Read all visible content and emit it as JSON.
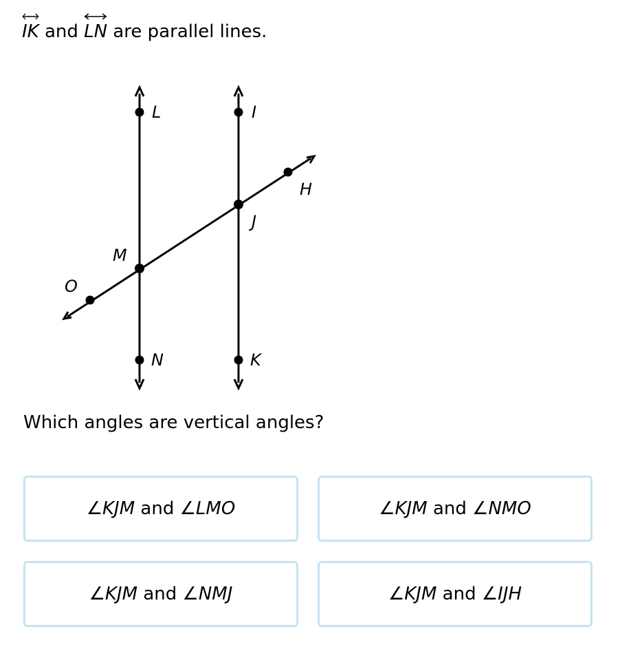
{
  "statement": {
    "line1": "IK",
    "connector": "and",
    "line2": "LN",
    "suffix": "are parallel lines."
  },
  "diagram": {
    "points": {
      "L": "L",
      "I": "I",
      "H": "H",
      "J": "J",
      "M": "M",
      "O": "O",
      "N": "N",
      "K": "K"
    }
  },
  "question": "Which angles are vertical angles?",
  "choices": [
    {
      "sym1": "∠",
      "a1": "KJM",
      "and": "and",
      "sym2": "∠",
      "a2": "LMO"
    },
    {
      "sym1": "∠",
      "a1": "KJM",
      "and": "and",
      "sym2": "∠",
      "a2": "NMO"
    },
    {
      "sym1": "∠",
      "a1": "KJM",
      "and": "and",
      "sym2": "∠",
      "a2": "NMJ"
    },
    {
      "sym1": "∠",
      "a1": "KJM",
      "and": "and",
      "sym2": "∠",
      "a2": "IJH"
    }
  ],
  "colors": {
    "choice_border": "#c3e4f0"
  }
}
